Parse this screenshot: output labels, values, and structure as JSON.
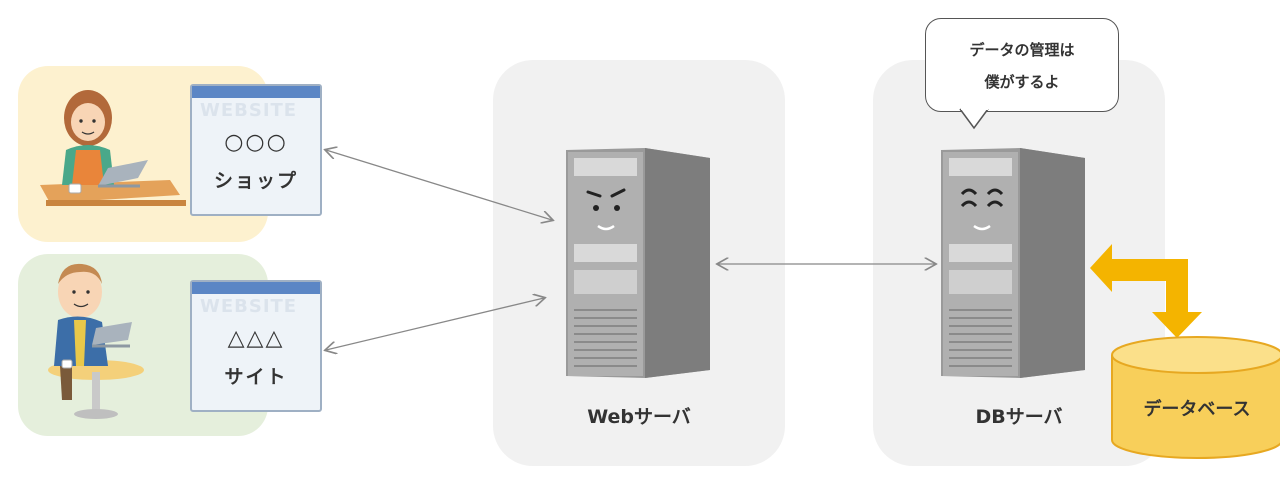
{
  "sites": [
    {
      "title_line": "○○○",
      "sub_line": "ショップ",
      "brand": "WEBSITE"
    },
    {
      "title_line": "△△△",
      "sub_line": "サイト",
      "brand": "WEBSITE"
    }
  ],
  "web_server": {
    "label": "Webサーバ"
  },
  "db_server": {
    "label": "DBサーバ",
    "speech": [
      "データの管理は",
      "僕がするよ"
    ]
  },
  "database": {
    "label": "データベース"
  },
  "colors": {
    "user1_panel": "#fdf1cf",
    "user2_panel": "#e5efdc",
    "server_panel": "#f1f1f1",
    "arrow_thick": "#f4b400",
    "database_fill": "#f8cf5a",
    "connector": "#888888"
  }
}
